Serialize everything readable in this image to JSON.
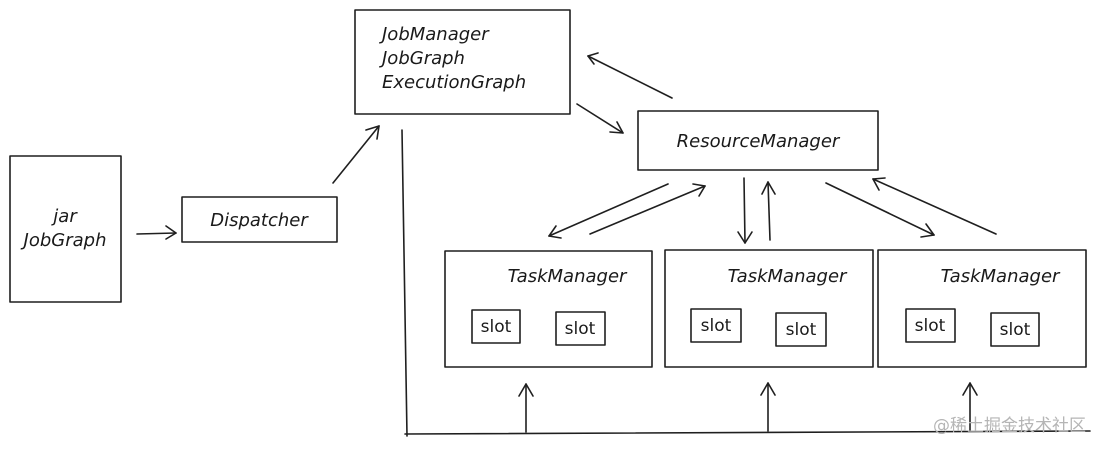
{
  "colors": {
    "jar": "#d9a8e6",
    "dispatcher": "#a9d0ec",
    "jobmanager": "#a8e0e3",
    "resourcemanager": "#b9e3c4",
    "taskmanager": "#f3d98a",
    "stroke": "#1f1f1f"
  },
  "nodes": {
    "jar": {
      "line1": "jar",
      "line2": "JobGraph"
    },
    "dispatcher": {
      "label": "Dispatcher"
    },
    "jobmanager": {
      "line1": "JobManager",
      "line2": "JobGraph",
      "line3": "ExecutionGraph"
    },
    "resourcemanager": {
      "label": "ResourceManager"
    },
    "taskmanagers": [
      {
        "label": "TaskManager",
        "slots": [
          "slot",
          "slot"
        ]
      },
      {
        "label": "TaskManager",
        "slots": [
          "slot",
          "slot"
        ]
      },
      {
        "label": "TaskManager",
        "slots": [
          "slot",
          "slot"
        ]
      }
    ]
  },
  "watermark": "@稀土掘金技术社区"
}
